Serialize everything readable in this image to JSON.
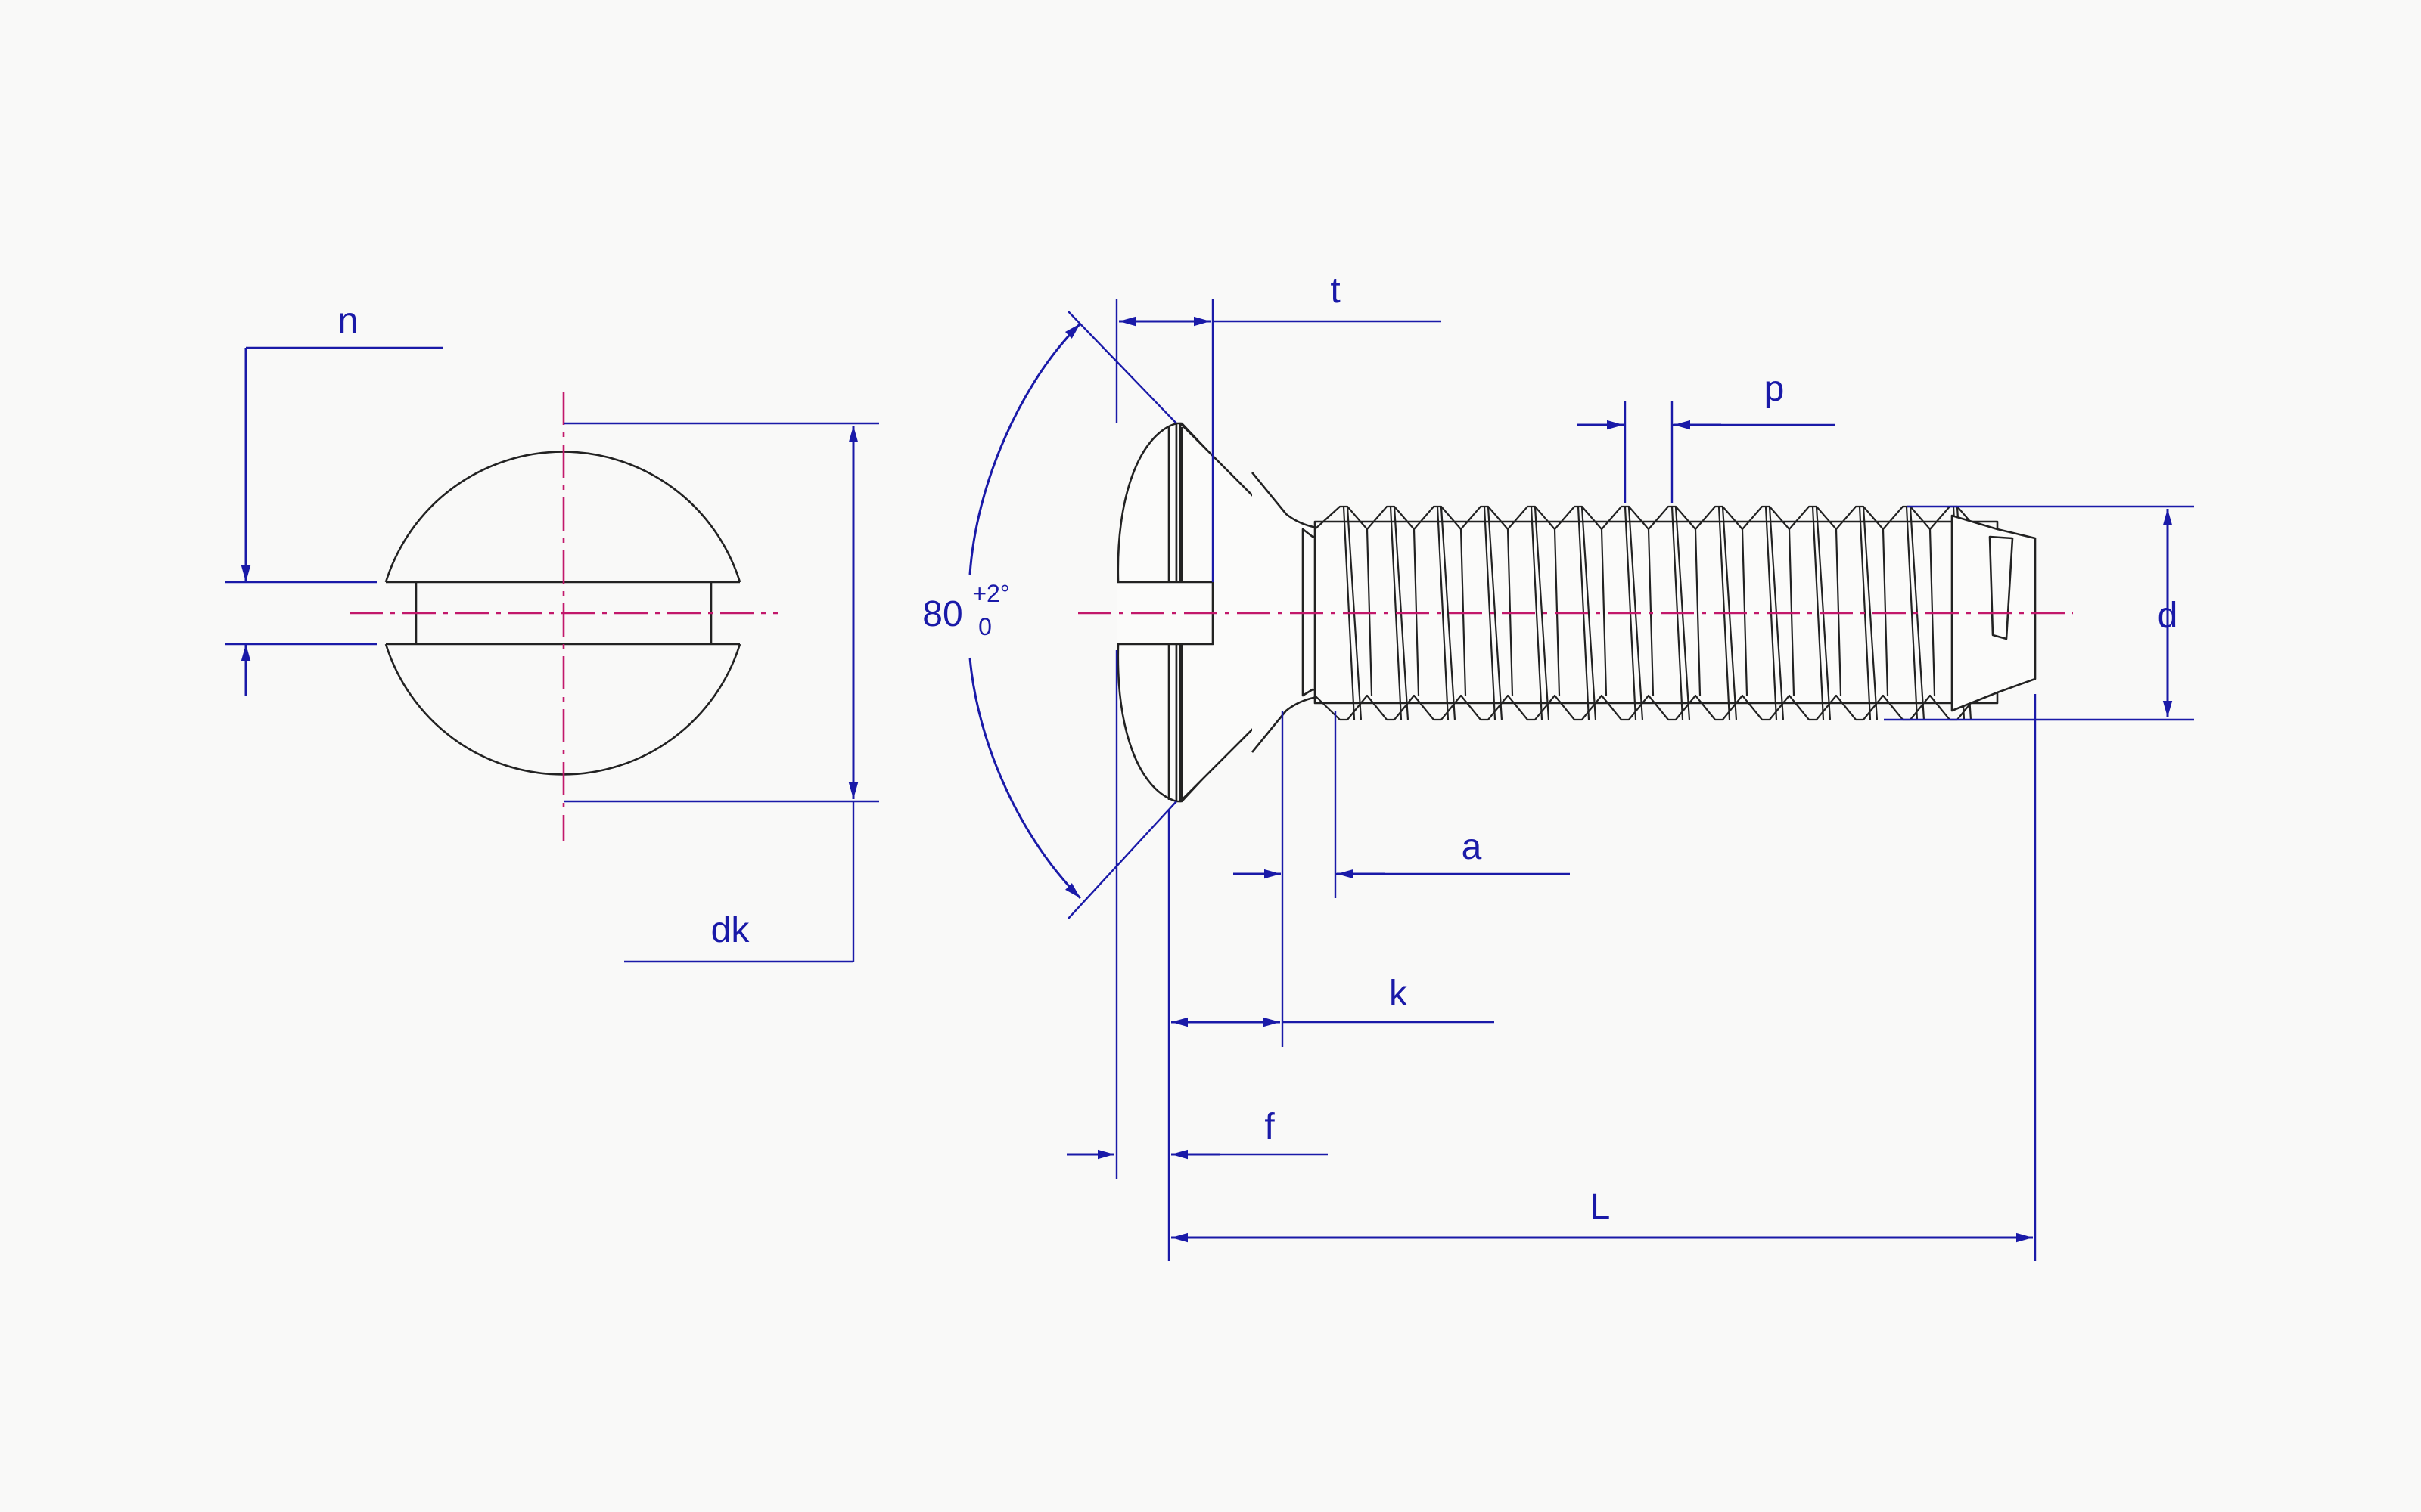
{
  "labels": {
    "n": "n",
    "dk": "dk",
    "t": "t",
    "p": "p",
    "d": "d",
    "a": "a",
    "k": "k",
    "f": "f",
    "L": "L",
    "angle_value": "80",
    "angle_tol_upper": "+2°",
    "angle_tol_lower": "0"
  },
  "colors": {
    "dimension": "#1a1aa8",
    "centerline": "#c2186b",
    "outline": "#222222",
    "background": "#f9f9f8"
  }
}
